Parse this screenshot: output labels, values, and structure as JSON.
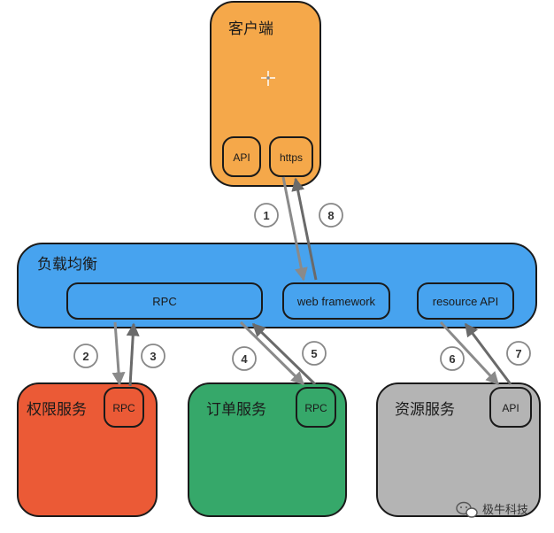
{
  "client": {
    "title": "客户端",
    "api_label": "API",
    "https_label": "https",
    "color": "#f5a84a"
  },
  "load_balancer": {
    "title": "负载均衡",
    "rpc_label": "RPC",
    "web_framework_label": "web framework",
    "resource_api_label": "resource API",
    "color": "#47a3ef"
  },
  "services": {
    "auth": {
      "title": "权限服务",
      "rpc_label": "RPC",
      "color": "#eb5a36"
    },
    "order": {
      "title": "订单服务",
      "rpc_label": "RPC",
      "color": "#36a86a"
    },
    "resource": {
      "title": "资源服务",
      "api_label": "API",
      "color": "#b4b4b4"
    }
  },
  "steps": [
    "1",
    "2",
    "3",
    "4",
    "5",
    "6",
    "7",
    "8"
  ],
  "watermark": {
    "text": "极牛科技"
  }
}
